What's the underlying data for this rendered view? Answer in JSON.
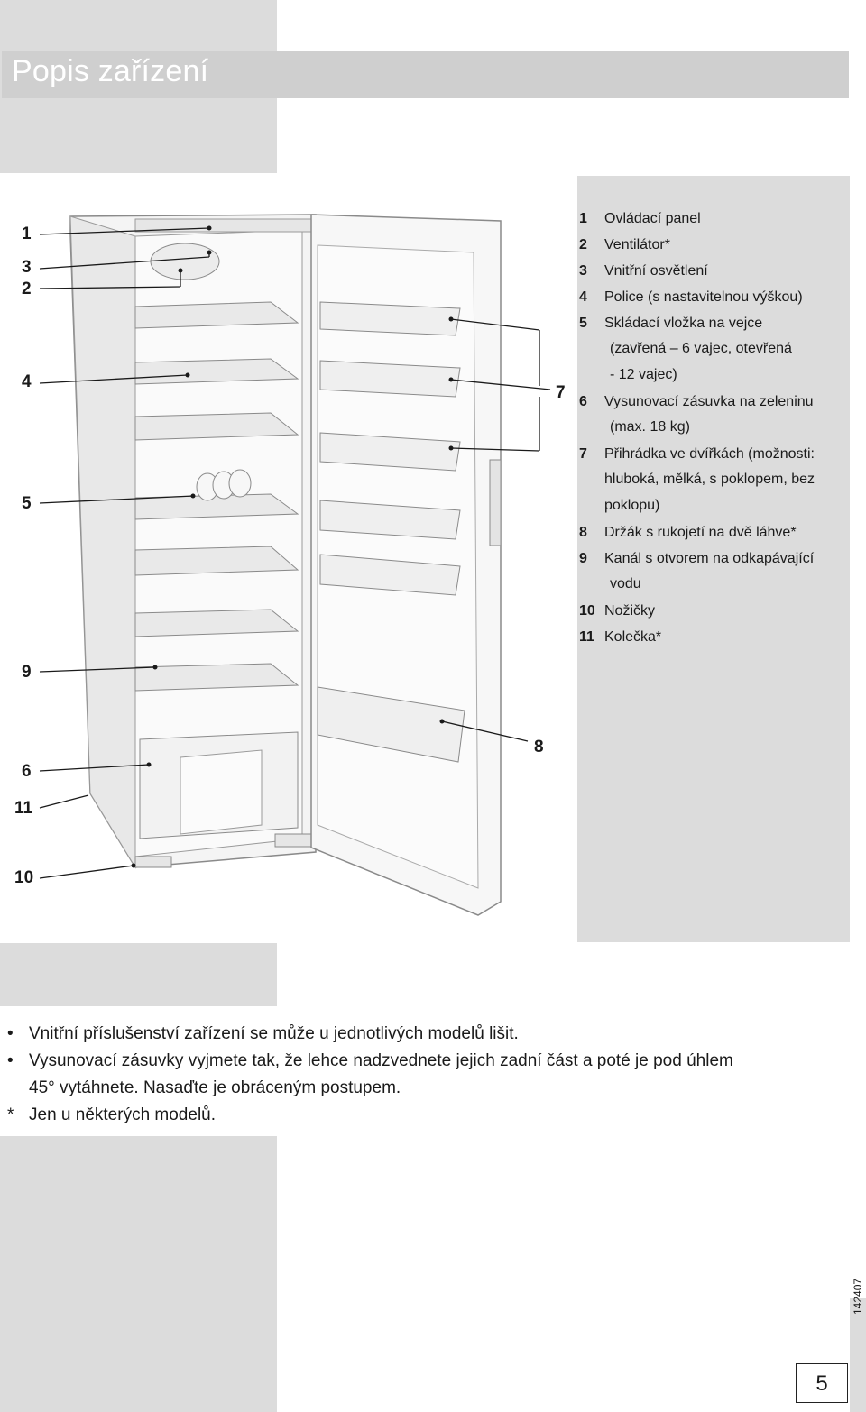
{
  "page": {
    "title": "Popis zařízení",
    "page_number": "5",
    "doc_code": "142407"
  },
  "figure": {
    "callouts": [
      {
        "num": "1",
        "name": "callout-1"
      },
      {
        "num": "3",
        "name": "callout-3"
      },
      {
        "num": "2",
        "name": "callout-2"
      },
      {
        "num": "4",
        "name": "callout-4"
      },
      {
        "num": "5",
        "name": "callout-5"
      },
      {
        "num": "9",
        "name": "callout-9"
      },
      {
        "num": "6",
        "name": "callout-6"
      },
      {
        "num": "11",
        "name": "callout-11"
      },
      {
        "num": "10",
        "name": "callout-10"
      },
      {
        "num": "7",
        "name": "callout-7"
      },
      {
        "num": "8",
        "name": "callout-8"
      }
    ]
  },
  "legend": [
    {
      "num": "1",
      "text": "Ovládací panel"
    },
    {
      "num": "2",
      "text": "Ventilátor*"
    },
    {
      "num": "3",
      "text": "Vnitřní osvětlení"
    },
    {
      "num": "4",
      "text": "Police (s nastavitelnou výškou)"
    },
    {
      "num": "5",
      "text": "Skládací vložka na vejce",
      "cont": [
        "(zavřená – 6 vajec, otevřená",
        "- 12 vajec)"
      ]
    },
    {
      "num": "6",
      "text": "Vysunovací zásuvka na zeleninu",
      "cont": [
        "(max. 18 kg)"
      ]
    },
    {
      "num": "7",
      "text": "Přihrádka ve dvířkách (možnosti:",
      "cont": [
        "hluboká, mělká, s poklopem, bez",
        "poklopu)"
      ]
    },
    {
      "num": "8",
      "text": "Držák s rukojetí na dvě láhve*"
    },
    {
      "num": "9",
      "text": "Kanál s otvorem na odkapávající",
      "cont": [
        "vodu"
      ]
    },
    {
      "num": "10",
      "text": "Nožičky"
    },
    {
      "num": "11",
      "text": "Kolečka*"
    }
  ],
  "notes": [
    {
      "mark": "•",
      "lines": [
        "Vnitřní příslušenství zařízení se může u jednotlivých modelů lišit."
      ]
    },
    {
      "mark": "•",
      "lines": [
        "Vysunovací zásuvky vyjmete tak, že lehce nadzvednete jejich zadní část a poté je pod úhlem",
        "45° vytáhnete. Nasaďte je obráceným postupem."
      ]
    },
    {
      "mark": "*",
      "lines": [
        "Jen u některých modelů."
      ]
    }
  ]
}
